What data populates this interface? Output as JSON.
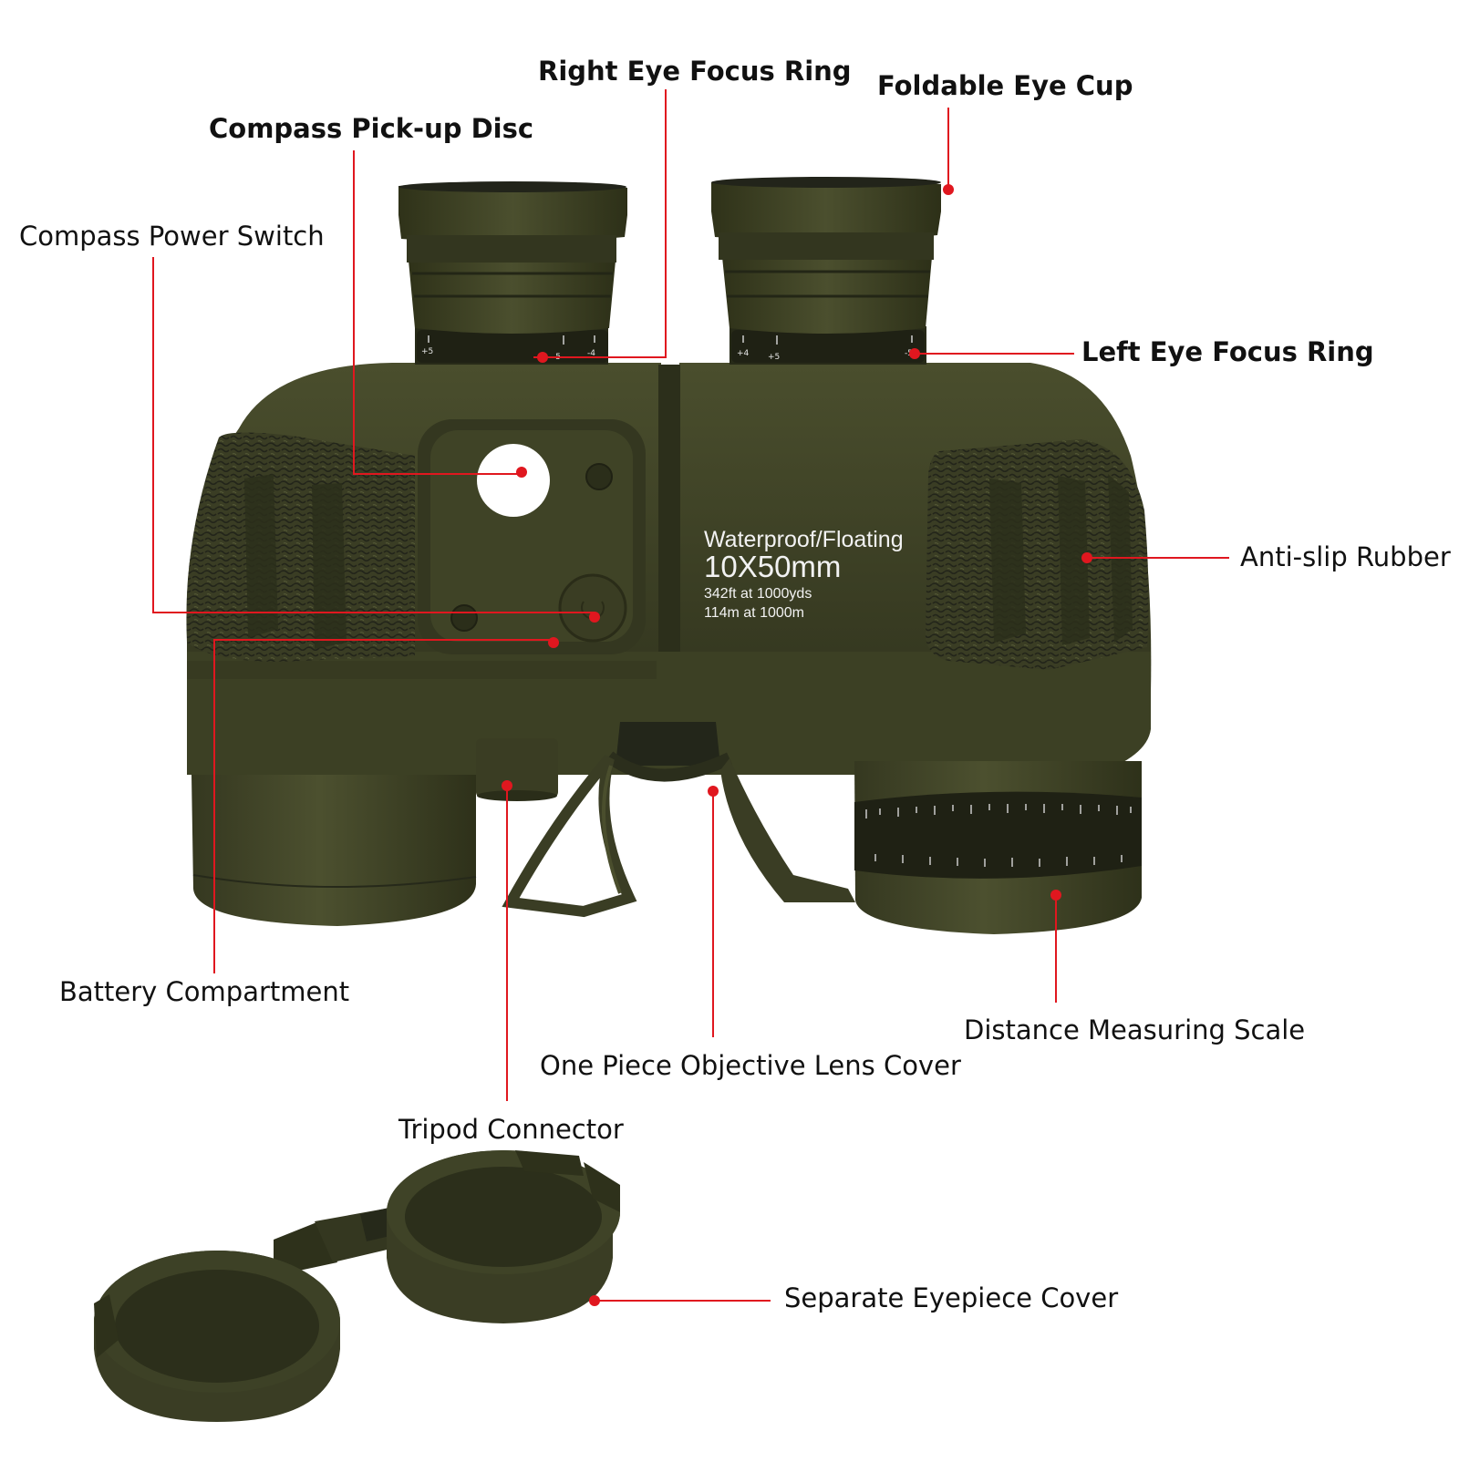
{
  "labels": {
    "right_eye_focus_ring": "Right Eye Focus Ring",
    "foldable_eye_cup": "Foldable Eye Cup",
    "compass_pickup_disc": "Compass Pick-up Disc",
    "compass_power_switch": "Compass Power Switch",
    "left_eye_focus_ring": "Left Eye Focus Ring",
    "anti_slip_rubber": "Anti-slip Rubber",
    "battery_compartment": "Battery Compartment",
    "distance_measuring_scale": "Distance Measuring Scale",
    "objective_lens_cover": "One Piece Objective Lens Cover",
    "tripod_connector": "Tripod Connector",
    "eyepiece_cover": "Separate Eyepiece Cover"
  },
  "product_decal": {
    "line1": "Waterproof/Floating",
    "line2": "10X50mm",
    "line3": "342ft at 1000yds",
    "line4": "114m at 1000m"
  },
  "diopter_marks": {
    "right_ring": [
      "+5",
      "-5",
      "-4"
    ],
    "left_ring": [
      "+4",
      "+5",
      "-5"
    ]
  },
  "colors": {
    "body": "#3e4226",
    "body_dark": "#2a2d19",
    "leader": "#e0171f",
    "text": "#111111"
  }
}
